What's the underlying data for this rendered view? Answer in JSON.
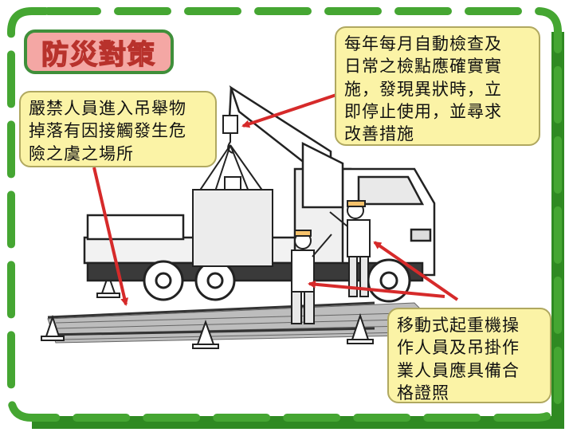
{
  "title": "防災對策",
  "callouts": {
    "left": [
      "嚴禁人員進入吊舉物",
      "掉落有因接觸發生危",
      "險之虞之場所"
    ],
    "right": [
      "每年每月自動檢查及",
      "日常之檢點應確實實",
      "施，發現異狀時，立",
      "即停止使用，並尋求",
      "改善措施"
    ],
    "bottom": [
      "移動式起重機操",
      "作人員及吊掛作",
      "業人員應具備合",
      "格證照"
    ]
  },
  "colors": {
    "frame_green": "#3f9f2e",
    "frame_shadow": "#2f8a22",
    "title_fill": "#f4a7a4",
    "title_text_outline": "#b8322c",
    "callout_fill": "#fbf3a6",
    "arrow_red": "#d62a2a"
  }
}
